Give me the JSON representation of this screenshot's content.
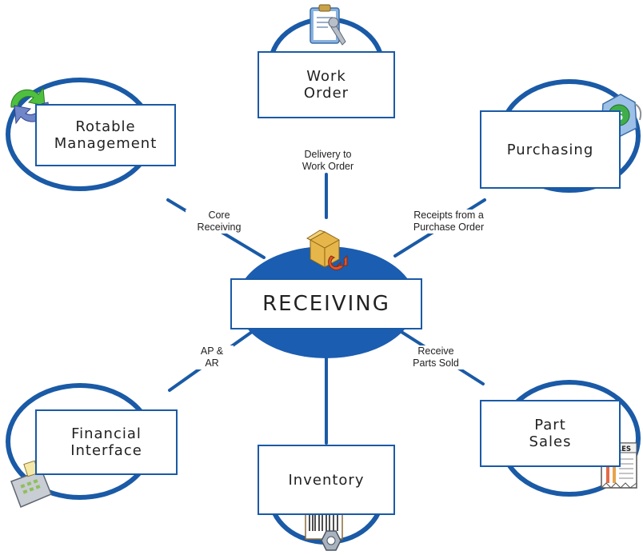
{
  "colors": {
    "line": "#1a5aa6",
    "ring": "#1a5aa6",
    "center_ring": "#1b5db0",
    "box_border": "#1a5aa6",
    "text": "#222222"
  },
  "center": {
    "label": "RECEIVING",
    "icon": "box-return-icon"
  },
  "nodes": {
    "work_order": {
      "label": "Work\nOrder",
      "icon": "clipboard-wrench-icon"
    },
    "purchasing": {
      "label": "Purchasing",
      "icon": "money-tag-icon"
    },
    "rotable": {
      "label": "Rotable\nManagement",
      "icon": "cycle-arrows-icon"
    },
    "financial": {
      "label": "Financial\nInterface",
      "icon": "calculator-icon"
    },
    "inventory": {
      "label": "Inventory",
      "icon": "barcode-nut-icon"
    },
    "part_sales": {
      "label": "Part\nSales",
      "icon": "sales-receipt-icon"
    }
  },
  "edges": {
    "work_order": "Delivery to\nWork Order",
    "purchasing": "Receipts from a\nPurchase Order",
    "rotable": "Core\nReceiving",
    "financial": "AP &\nAR",
    "part_sales": "Receive\nParts Sold"
  },
  "sales_icon_text": "SALES"
}
